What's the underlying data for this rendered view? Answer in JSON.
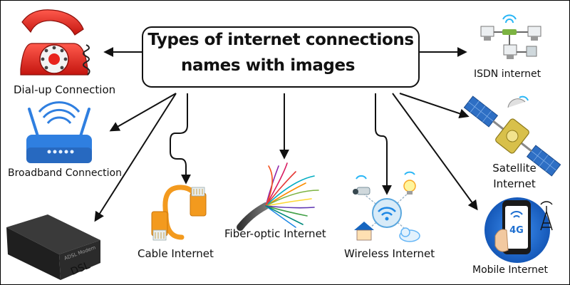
{
  "title": {
    "line1": "Types of internet connections",
    "line2": "names with images"
  },
  "nodes": [
    {
      "id": "dialup",
      "label": "Dial-up Connection",
      "icon": "rotary-phone-icon"
    },
    {
      "id": "broadband",
      "label": "Broadband Connection",
      "icon": "wifi-router-icon"
    },
    {
      "id": "dsl",
      "label": "DSL",
      "icon": "adsl-modem-icon",
      "device_text": "ADSL Modem"
    },
    {
      "id": "cable",
      "label": "Cable Internet",
      "icon": "ethernet-cable-icon"
    },
    {
      "id": "fiber",
      "label": "Fiber-optic Internet",
      "icon": "fiber-optic-bundle-icon"
    },
    {
      "id": "wireless",
      "label": "Wireless Internet",
      "icon": "wireless-network-icon"
    },
    {
      "id": "isdn",
      "label": "ISDN internet",
      "icon": "isdn-network-icon"
    },
    {
      "id": "satellite",
      "label": "Satellite\nInternet",
      "label_lines": [
        "Satellite",
        "Internet"
      ],
      "icon": "satellite-icon"
    },
    {
      "id": "mobile",
      "label": "Mobile Internet",
      "icon": "mobile-phone-4g-icon",
      "badge": "4G"
    }
  ],
  "colors": {
    "phone_red": "#e8231c",
    "router_blue": "#2f7fe0",
    "cable_orange": "#f39a1e",
    "modem_dark": "#2b2b2b",
    "mobile_blue": "#1e6fd0",
    "satellite_gold": "#d8c04a",
    "satellite_panel": "#2e6fc4"
  }
}
